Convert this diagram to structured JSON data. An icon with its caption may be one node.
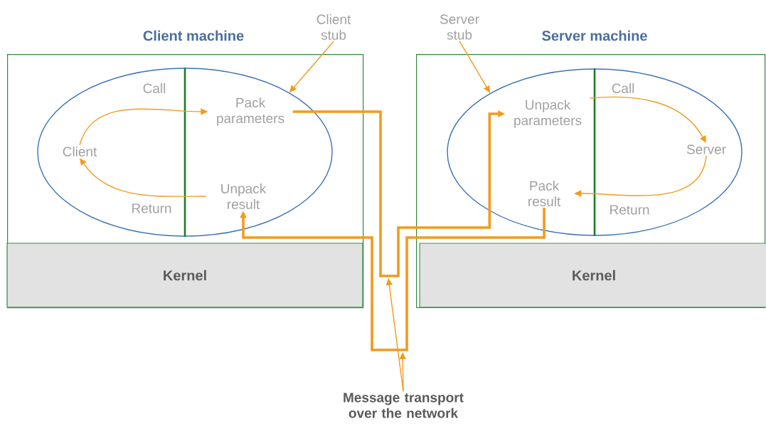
{
  "diagram": {
    "nodes": [
      {
        "text": [
          "Client machine"
        ]
      },
      {
        "text": [
          "Kernel"
        ],
        "in": 0
      },
      {
        "text": [],
        "shape": "ellipse",
        "in": 0
      },
      {
        "text": [
          "Client"
        ],
        "in": 2
      },
      {
        "text": [
          "Pack parameters"
        ],
        "in": 2
      },
      {
        "text": [
          "Unpack result"
        ],
        "in": 2
      },
      {
        "text": [
          "Client stub"
        ]
      },
      {
        "text": [
          "Server machine"
        ]
      },
      {
        "text": [
          "Kernel"
        ],
        "in": 7
      },
      {
        "text": [],
        "shape": "ellipse",
        "in": 7
      },
      {
        "text": [
          "Unpack parameters"
        ],
        "in": 9
      },
      {
        "text": [
          "Server"
        ],
        "in": 9
      },
      {
        "text": [
          "Pack result"
        ],
        "in": 9
      },
      {
        "text": [
          "Server stub"
        ]
      },
      {
        "text": [
          "Message transport over the network"
        ]
      }
    ],
    "edges": [
      {
        "from": 3,
        "to": 4,
        "arrow": "to",
        "label": "Call"
      },
      {
        "from": 5,
        "to": 3,
        "arrow": "to",
        "label": "Return"
      },
      {
        "from": 10,
        "to": 11,
        "arrow": "to",
        "label": "Call"
      },
      {
        "from": 11,
        "to": 12,
        "arrow": "to",
        "label": "Return"
      },
      {
        "from": 6,
        "to": 2,
        "arrow": "to"
      },
      {
        "from": 13,
        "to": 9,
        "arrow": "to"
      },
      {
        "from": 4,
        "to": 10,
        "arrow": "to",
        "style": "thick"
      },
      {
        "from": 12,
        "to": 5,
        "arrow": "to",
        "style": "thick"
      },
      {
        "from": 14,
        "to": null,
        "arrow": "to"
      },
      {
        "from": 14,
        "to": null,
        "arrow": "to"
      }
    ]
  }
}
